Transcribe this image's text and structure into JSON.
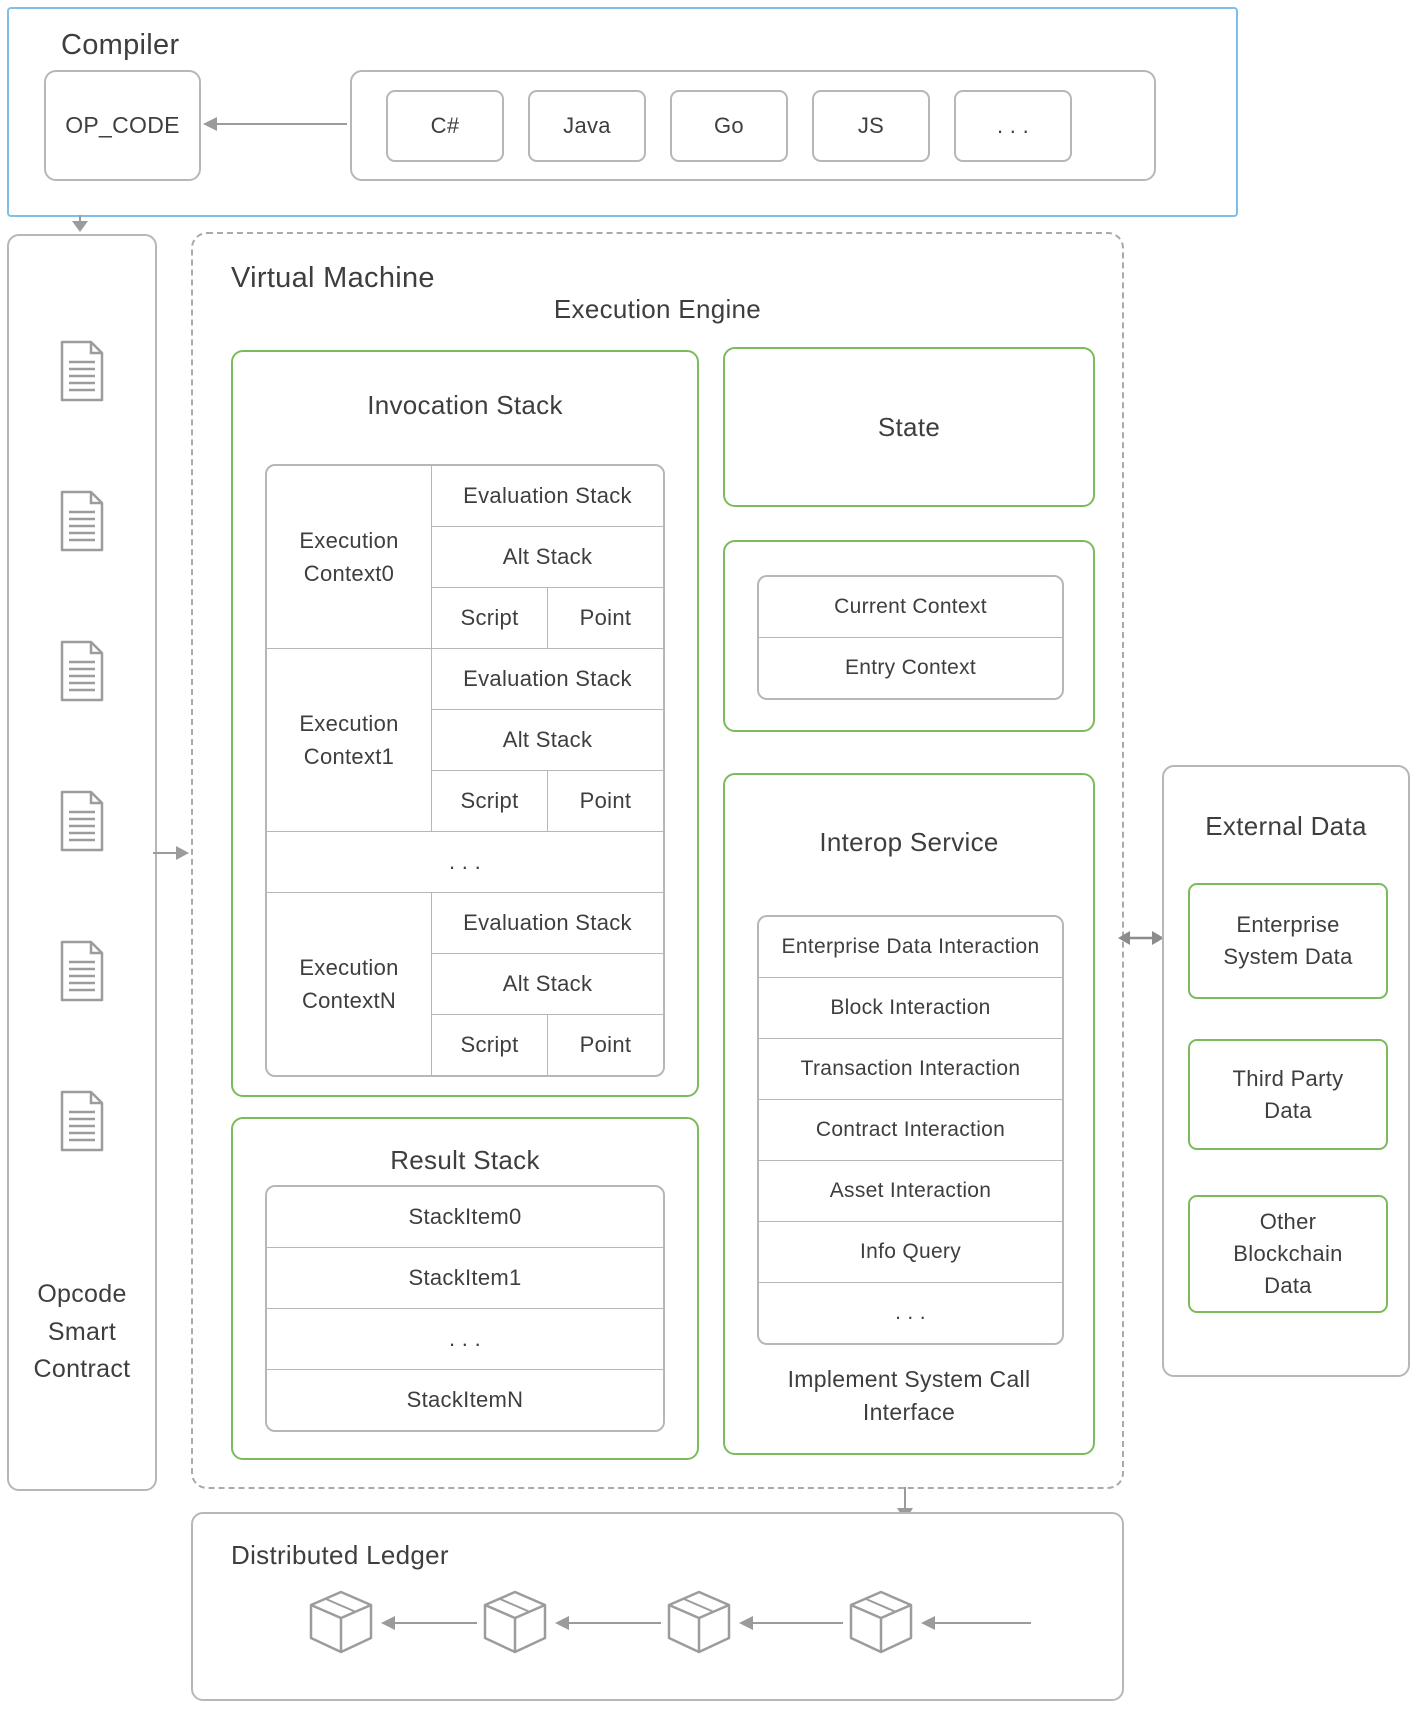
{
  "colors": {
    "accent_green": "#7CBB5C",
    "accent_blue": "#7EBFEA",
    "box_border": "#B7B7B7",
    "arrow": "#9B9B9B"
  },
  "compiler": {
    "title": "Compiler",
    "opcode": "OP_CODE",
    "languages": [
      "C#",
      "Java",
      "Go",
      "JS",
      ". . ."
    ]
  },
  "opcode_contract": {
    "label": "Opcode\nSmart\nContract"
  },
  "vm": {
    "title": "Virtual Machine",
    "engine": "Execution Engine",
    "invocation_stack": {
      "title": "Invocation Stack",
      "ellipsis": ". . .",
      "contexts": [
        {
          "name": "Execution\nContext0",
          "evaluation": "Evaluation Stack",
          "alt": "Alt Stack",
          "script": "Script",
          "point": "Point"
        },
        {
          "name": "Execution\nContext1",
          "evaluation": "Evaluation Stack",
          "alt": "Alt Stack",
          "script": "Script",
          "point": "Point"
        },
        {
          "name": "Execution\nContextN",
          "evaluation": "Evaluation Stack",
          "alt": "Alt Stack",
          "script": "Script",
          "point": "Point"
        }
      ]
    },
    "state": "State",
    "context_panel": {
      "rows": [
        "Current Context",
        "Entry Context"
      ]
    },
    "interop": {
      "title": "Interop Service",
      "items": [
        "Enterprise Data Interaction",
        "Block Interaction",
        "Transaction Interaction",
        "Contract Interaction",
        "Asset Interaction",
        "Info Query",
        ". . ."
      ],
      "footer": "Implement System Call\nInterface"
    },
    "result_stack": {
      "title": "Result Stack",
      "items": [
        "StackItem0",
        "StackItem1",
        ". . .",
        "StackItemN"
      ]
    }
  },
  "external_data": {
    "title": "External Data",
    "items": [
      "Enterprise\nSystem Data",
      "Third Party\nData",
      "Other\nBlockchain\nData"
    ]
  },
  "ledger": {
    "title": "Distributed Ledger"
  }
}
